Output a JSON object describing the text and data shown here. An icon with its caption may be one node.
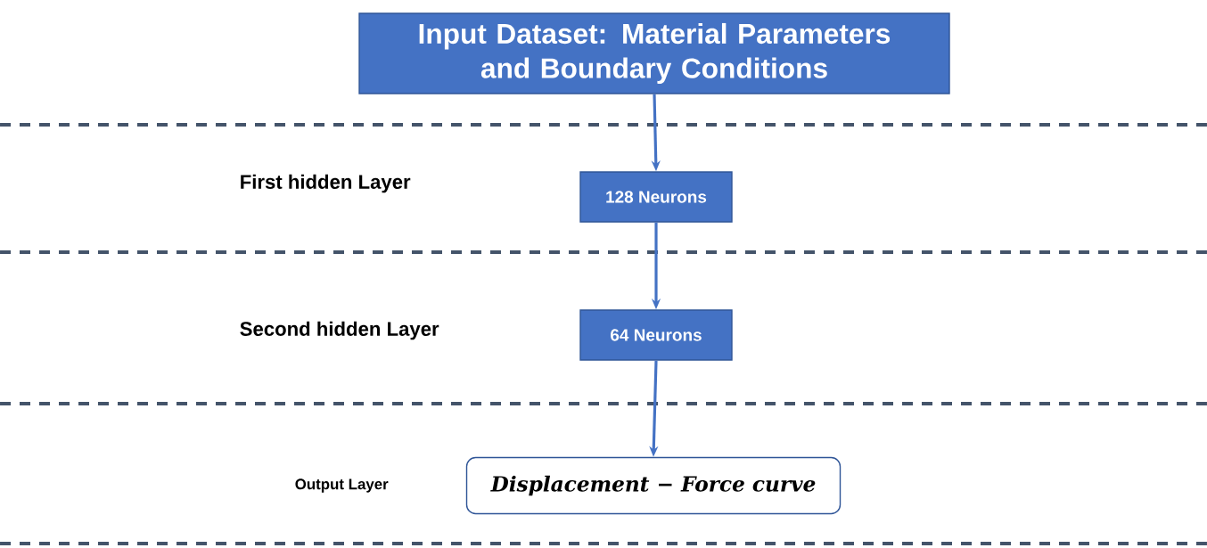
{
  "diagram": {
    "nodes": [
      {
        "text": [
          "Input Dataset: Material Parameters and Boundary Conditions"
        ]
      },
      {
        "text": [
          "128 Neurons"
        ]
      },
      {
        "text": [
          "64 Neurons"
        ]
      },
      {
        "text": [
          "Displacement − Force curve"
        ]
      }
    ],
    "edges": [
      {
        "from": 0,
        "to": 1,
        "arrow": "to"
      },
      {
        "from": 1,
        "to": 2,
        "arrow": "to"
      },
      {
        "from": 2,
        "to": 3,
        "arrow": "to"
      }
    ],
    "labels": [
      "First hidden Layer",
      "Second hidden Layer",
      "Output Layer"
    ]
  }
}
